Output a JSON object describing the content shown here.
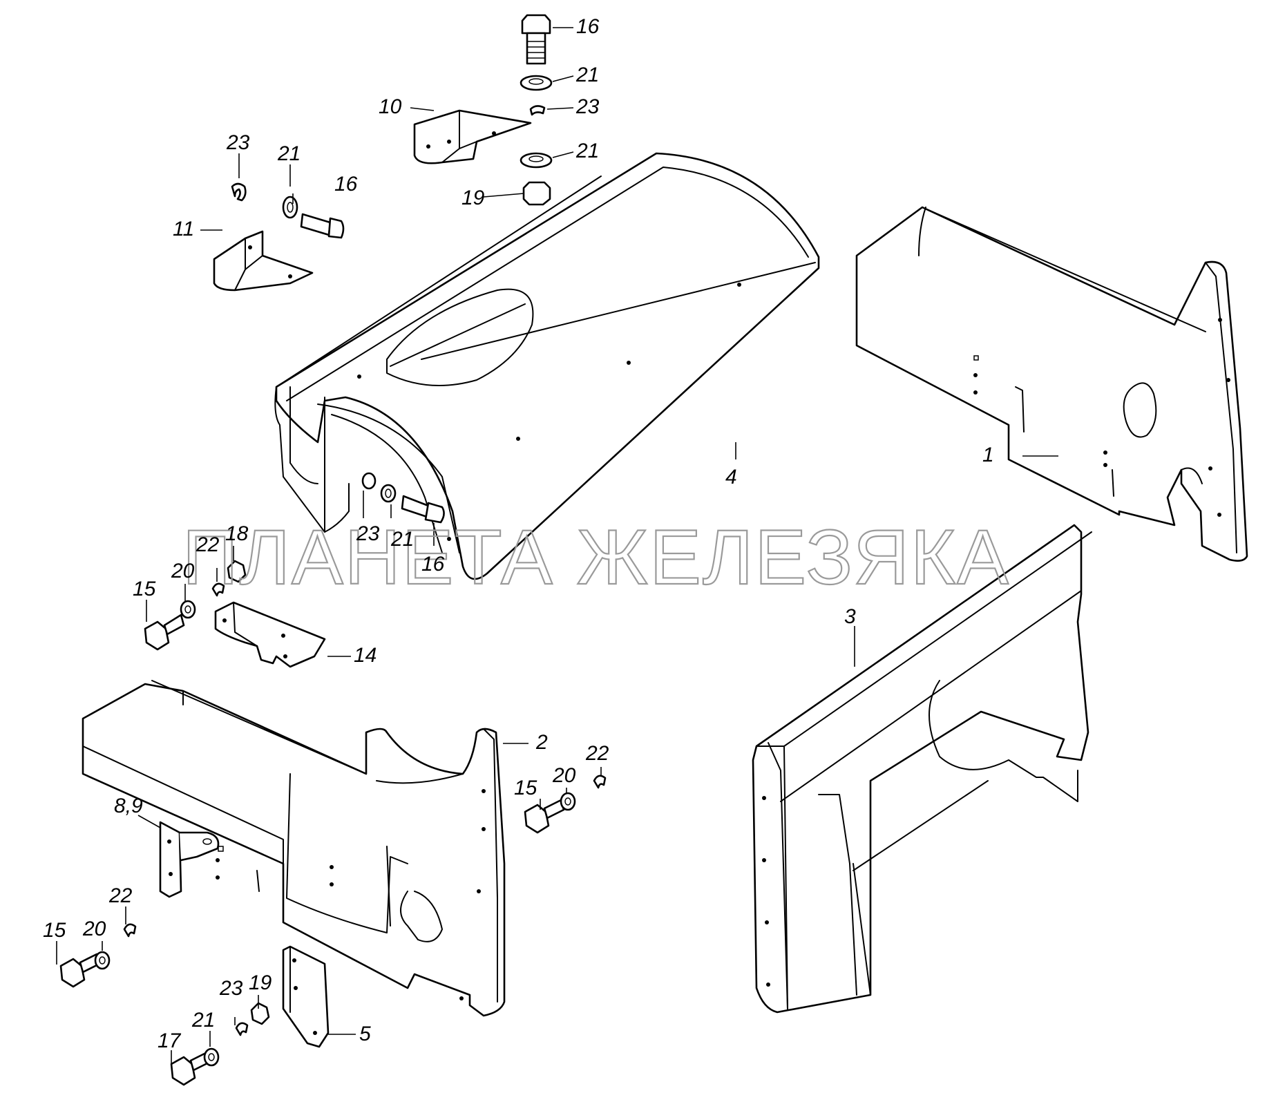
{
  "watermark": "ПЛАНЕТА ЖЕЛЕЗЯКА",
  "callouts": {
    "c1": "1",
    "c2": "2",
    "c3": "3",
    "c4": "4",
    "c5": "5",
    "c89": "8,9",
    "c10": "10",
    "c11": "11",
    "c14": "14",
    "c15a": "15",
    "c15b": "15",
    "c15c": "15",
    "c16a": "16",
    "c16b": "16",
    "c16c": "16",
    "c17": "17",
    "c18": "18",
    "c19a": "19",
    "c19b": "19",
    "c20a": "20",
    "c20b": "20",
    "c20c": "20",
    "c21a": "21",
    "c21b": "21",
    "c21c": "21",
    "c21d": "21",
    "c21e": "21",
    "c22a": "22",
    "c22b": "22",
    "c22c": "22",
    "c23a": "23",
    "c23b": "23",
    "c23c": "23",
    "c23d": "23"
  }
}
